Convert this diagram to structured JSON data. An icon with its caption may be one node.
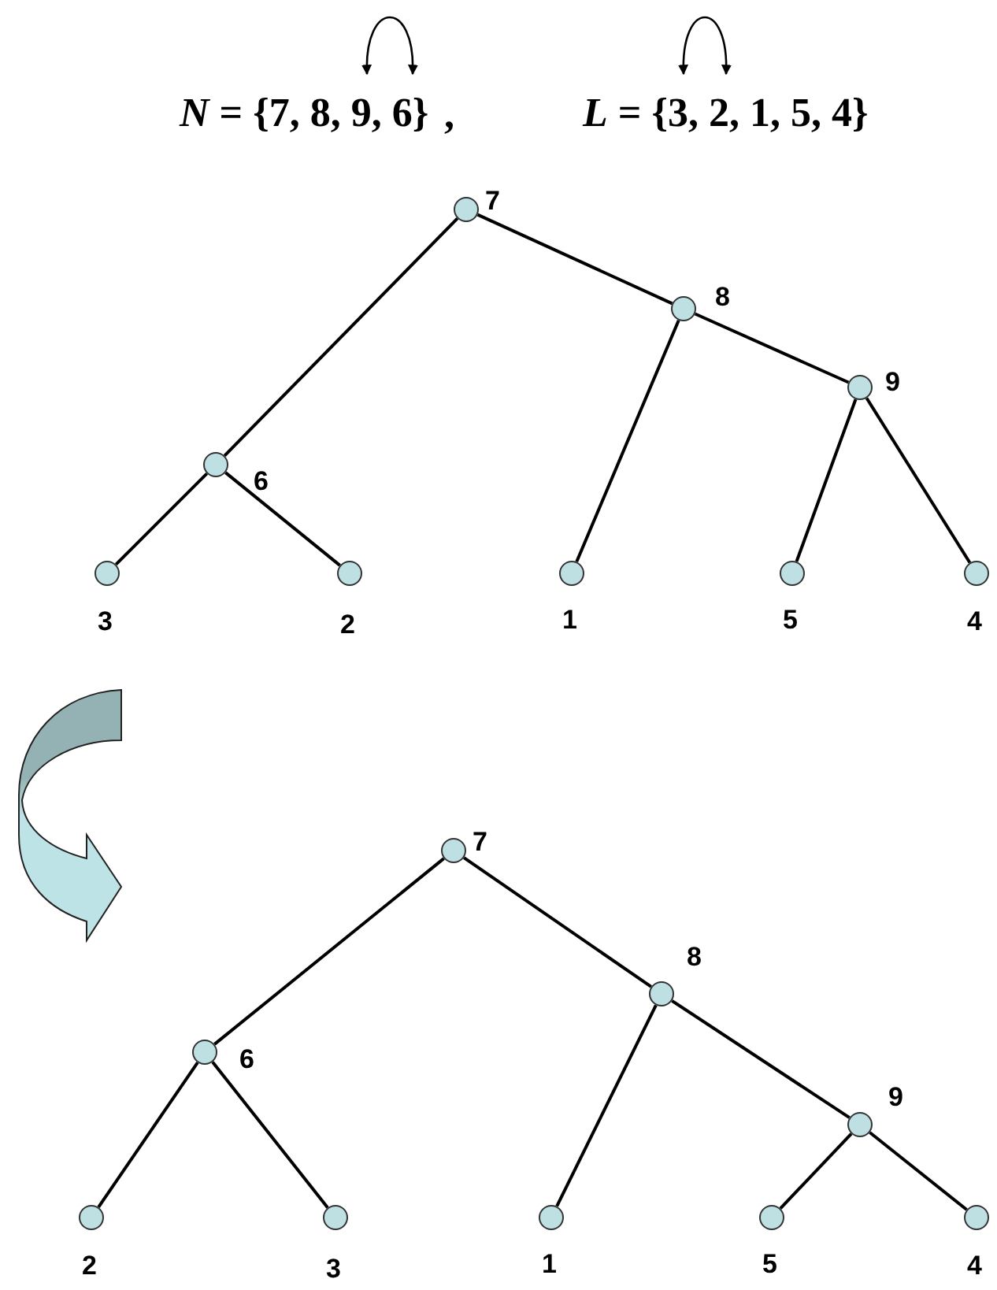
{
  "diagram": {
    "nodes": [
      {
        "text": [],
        "shape": "circle",
        "beside": [
          "7"
        ]
      },
      {
        "text": [],
        "shape": "circle",
        "beside": [
          "8"
        ]
      },
      {
        "text": [],
        "shape": "circle",
        "beside": [
          "9"
        ]
      },
      {
        "text": [],
        "shape": "circle",
        "beside": [
          "6"
        ]
      },
      {
        "text": [],
        "shape": "circle",
        "beside": [
          "3"
        ]
      },
      {
        "text": [],
        "shape": "circle",
        "beside": [
          "2"
        ]
      },
      {
        "text": [],
        "shape": "circle",
        "beside": [
          "1"
        ]
      },
      {
        "text": [],
        "shape": "circle",
        "beside": [
          "5"
        ]
      },
      {
        "text": [],
        "shape": "circle",
        "beside": [
          "4"
        ]
      },
      {
        "text": [],
        "shape": "circle",
        "beside": [
          "7"
        ]
      },
      {
        "text": [],
        "shape": "circle",
        "beside": [
          "8"
        ]
      },
      {
        "text": [],
        "shape": "circle",
        "beside": [
          "9"
        ]
      },
      {
        "text": [],
        "shape": "circle",
        "beside": [
          "6"
        ]
      },
      {
        "text": [],
        "shape": "circle",
        "beside": [
          "2"
        ]
      },
      {
        "text": [],
        "shape": "circle",
        "beside": [
          "3"
        ]
      },
      {
        "text": [],
        "shape": "circle",
        "beside": [
          "1"
        ]
      },
      {
        "text": [],
        "shape": "circle",
        "beside": [
          "5"
        ]
      },
      {
        "text": [],
        "shape": "circle",
        "beside": [
          "4"
        ]
      }
    ],
    "edges": [
      {
        "from": 0,
        "to": 1,
        "arrow": "none"
      },
      {
        "from": 1,
        "to": 2,
        "arrow": "none"
      },
      {
        "from": 0,
        "to": 3,
        "arrow": "none"
      },
      {
        "from": 3,
        "to": 4,
        "arrow": "none"
      },
      {
        "from": 3,
        "to": 5,
        "arrow": "none"
      },
      {
        "from": 1,
        "to": 6,
        "arrow": "none"
      },
      {
        "from": 2,
        "to": 7,
        "arrow": "none"
      },
      {
        "from": 2,
        "to": 8,
        "arrow": "none"
      },
      {
        "from": 9,
        "to": 10,
        "arrow": "none"
      },
      {
        "from": 10,
        "to": 11,
        "arrow": "none"
      },
      {
        "from": 9,
        "to": 12,
        "arrow": "none"
      },
      {
        "from": 12,
        "to": 13,
        "arrow": "none"
      },
      {
        "from": 12,
        "to": 14,
        "arrow": "none"
      },
      {
        "from": 10,
        "to": 15,
        "arrow": "none"
      },
      {
        "from": 11,
        "to": 16,
        "arrow": "none"
      },
      {
        "from": 11,
        "to": 17,
        "arrow": "none"
      }
    ],
    "labels": [
      "*N* = {7, 8, 9, 6}",
      ",",
      "*L* = {3, 2, 1, 5, 4}"
    ]
  }
}
